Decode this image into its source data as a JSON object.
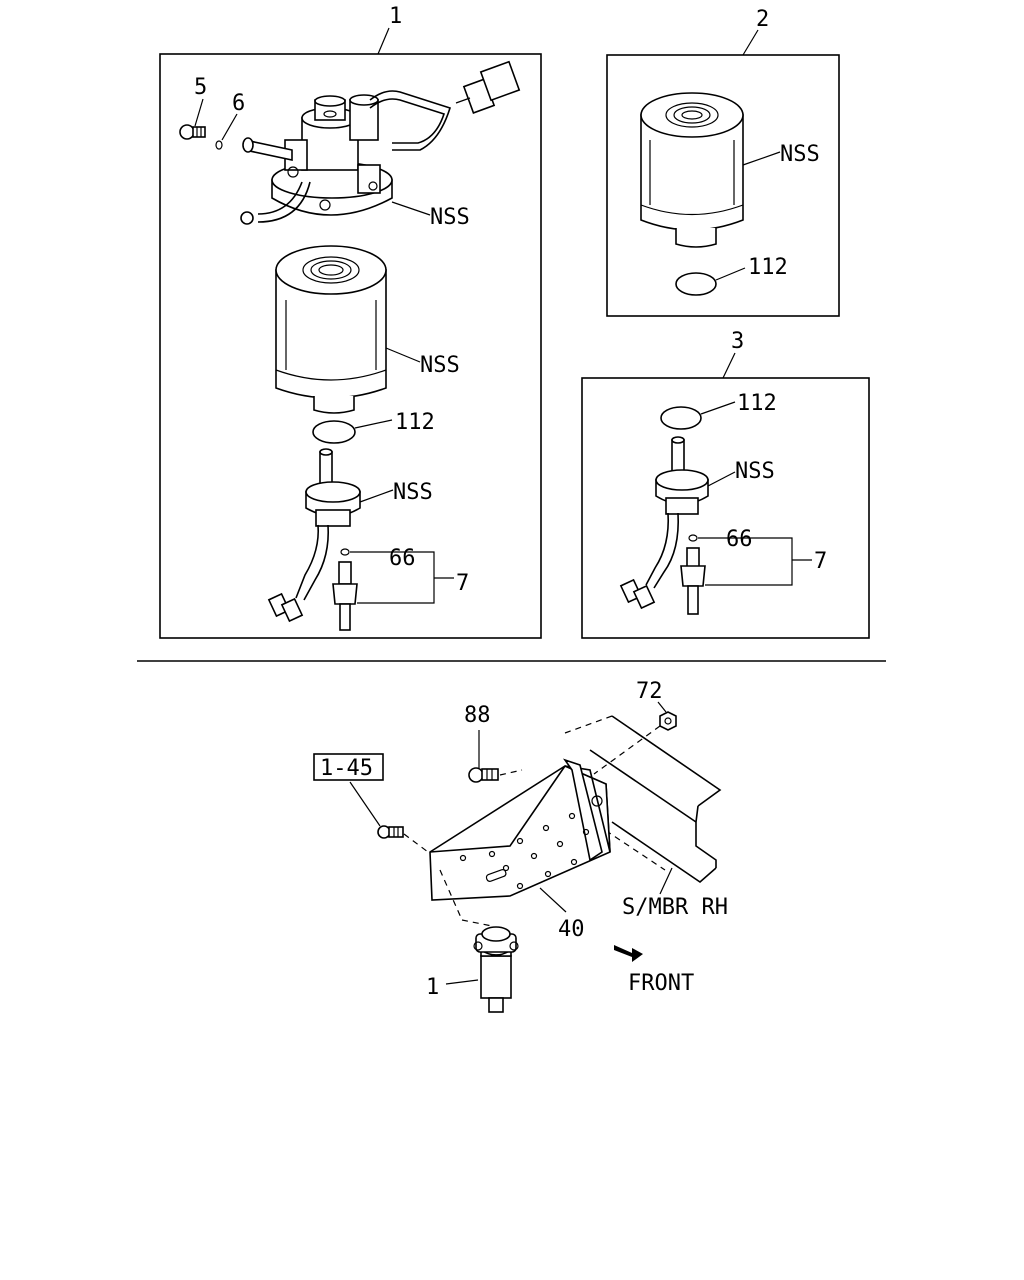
{
  "panel_1": {
    "callout": "1",
    "part_labels": {
      "bolt": "5",
      "washer": "6",
      "filter_head": "NSS",
      "filter_element": "NSS",
      "o_ring": "112",
      "sensor_body": "NSS",
      "small_o_ring": "66",
      "drain_plug_assy": "7"
    }
  },
  "panel_2": {
    "callout": "2",
    "part_labels": {
      "filter_element": "NSS",
      "o_ring": "112"
    }
  },
  "panel_3": {
    "callout": "3",
    "part_labels": {
      "o_ring": "112",
      "sensor_body": "NSS",
      "small_o_ring": "66",
      "drain_plug_assy": "7"
    }
  },
  "assembly": {
    "ref_box": "1-45",
    "bolt": "88",
    "nut": "72",
    "bracket": "40",
    "fuel_filter": "1",
    "side_member": "S/MBR RH",
    "front": "FRONT"
  }
}
